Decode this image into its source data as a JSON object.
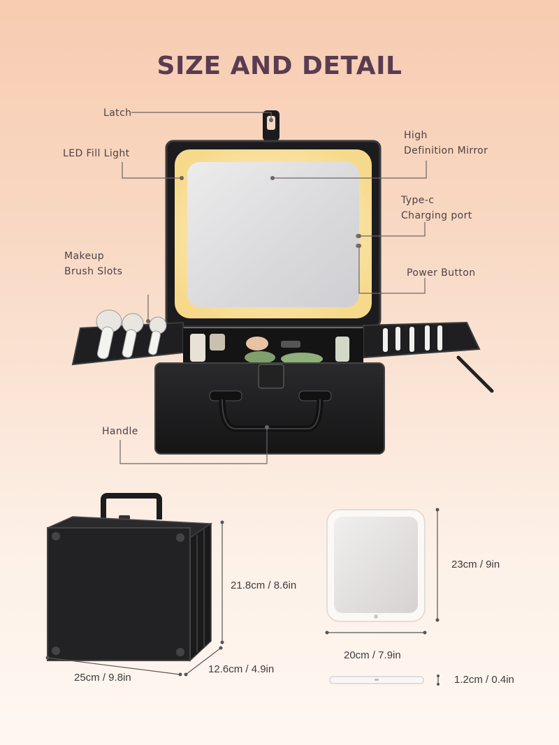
{
  "title": "SIZE AND DETAIL",
  "callouts": {
    "latch": "Latch",
    "led_fill_light": "LED Fill Light",
    "hd_mirror_line1": "High",
    "hd_mirror_line2": "Definition Mirror",
    "type_c_line1": "Type-c",
    "type_c_line2": "Charging port",
    "brush_slots_line1": "Makeup",
    "brush_slots_line2": "Brush Slots",
    "power_button": "Power Button",
    "handle": "Handle"
  },
  "dimensions": {
    "case_height": "21.8cm / 8.6in",
    "case_width": "25cm / 9.8in",
    "case_depth": "12.6cm / 4.9in",
    "mirror_height": "23cm / 9in",
    "mirror_width": "20cm / 7.9in",
    "mirror_thickness": "1.2cm / 0.4in"
  },
  "colors": {
    "title": "#5a3c52",
    "case": "#1e1e20",
    "led_glow": "#f9df9a",
    "mirror": "#e6e6e8"
  }
}
